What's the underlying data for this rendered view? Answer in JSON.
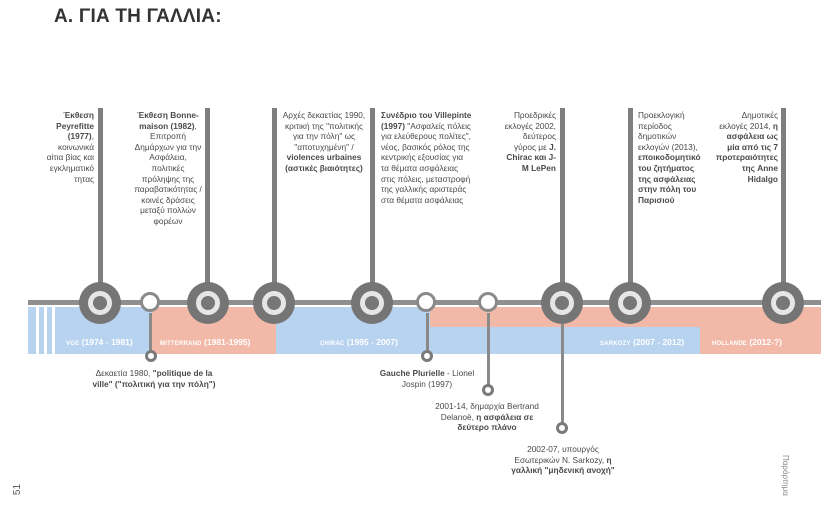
{
  "title": "Α. ΓΙΑ ΤΗ ΓΑΛΛΙΑ:",
  "page_number": "51",
  "side_label": "Παράρτημα",
  "colors": {
    "blue": "#b7d3ef",
    "pink": "#f2b9a8",
    "node": "#757575"
  },
  "eras": [
    {
      "abbr": "VGE",
      "years": "(1974 - 1981)"
    },
    {
      "abbr": "MITTERRAND",
      "years": "(1981-1995)"
    },
    {
      "abbr": "CHIRAC",
      "years": "(1995 - 2007)"
    },
    {
      "abbr": "SARKOZY",
      "years": "(2007 - 2012)"
    },
    {
      "abbr": "HOLLANDE",
      "years": "(2012-?)"
    }
  ],
  "above": [
    {
      "bold": "Έκθεση Peyrefitte (1977)",
      "text": ", κοινωνικά αίτια βίας και εγκληματικό τητας"
    },
    {
      "bold": "Έκθεση Bonne-maison (1982)",
      "text": ", Επιτροπή Δημάρχων για την Ασφάλεια, πολιτικές πρόληψης της παραβατικότητας / κοινές δράσεις μεταξύ πολλών φορέων"
    },
    {
      "text": "Αρχές δεκαετίας 1990, κριτική της \"πολιτικής για την πόλη\" ως \"αποτυχημένη\" / ",
      "bold": "violences urbaines (αστικές βιαιότητες)"
    },
    {
      "bold": "Συνέδριο του Villepinte (1997)",
      "text": " \"Ασφαλείς πόλεις για ελεύθερους πολίτες\", νέος, βασικός ρόλος της κεντρικής εξουσίας για τα θέματα ασφάλειας στις πόλεις, μεταστροφή της γαλλικής αριστεράς στα θέματα ασφάλειας"
    },
    {
      "text": "Προεδρικές εκλογές 2002, δεύτερος γύρος με ",
      "bold": "J. Chirac και J-M LePen"
    },
    {
      "text": "Προεκλογική περίοδος δημοτικών εκλογών (2013), ",
      "bold": "εποικοδομητικό του ζητήματος της ασφάλειας στην πόλη του Παρισιού"
    },
    {
      "text": "Δημοτικές εκλογές 2014, ",
      "bold": "η ασφάλεια ως μία από τις 7 προτεραιότητες της Anne Hidalgo"
    }
  ],
  "below": [
    {
      "text": "Δεκαετία 1980, ",
      "bold": "\"politique de la ville\" (\"πολιτική για την πόλη\")"
    },
    {
      "bold": "Gauche Plurielle",
      "text": " - Lionel Jospin (1997)"
    },
    {
      "text": "2001-14, δημαρχία Bertrand Delanoë, ",
      "bold": "η ασφάλεια σε δεύτερο πλάνο"
    },
    {
      "text": "2002-07, υπουργός Εσωτερικών N. Sarkozy, ",
      "bold": "η γαλλική \"μηδενική ανοχή\""
    }
  ]
}
